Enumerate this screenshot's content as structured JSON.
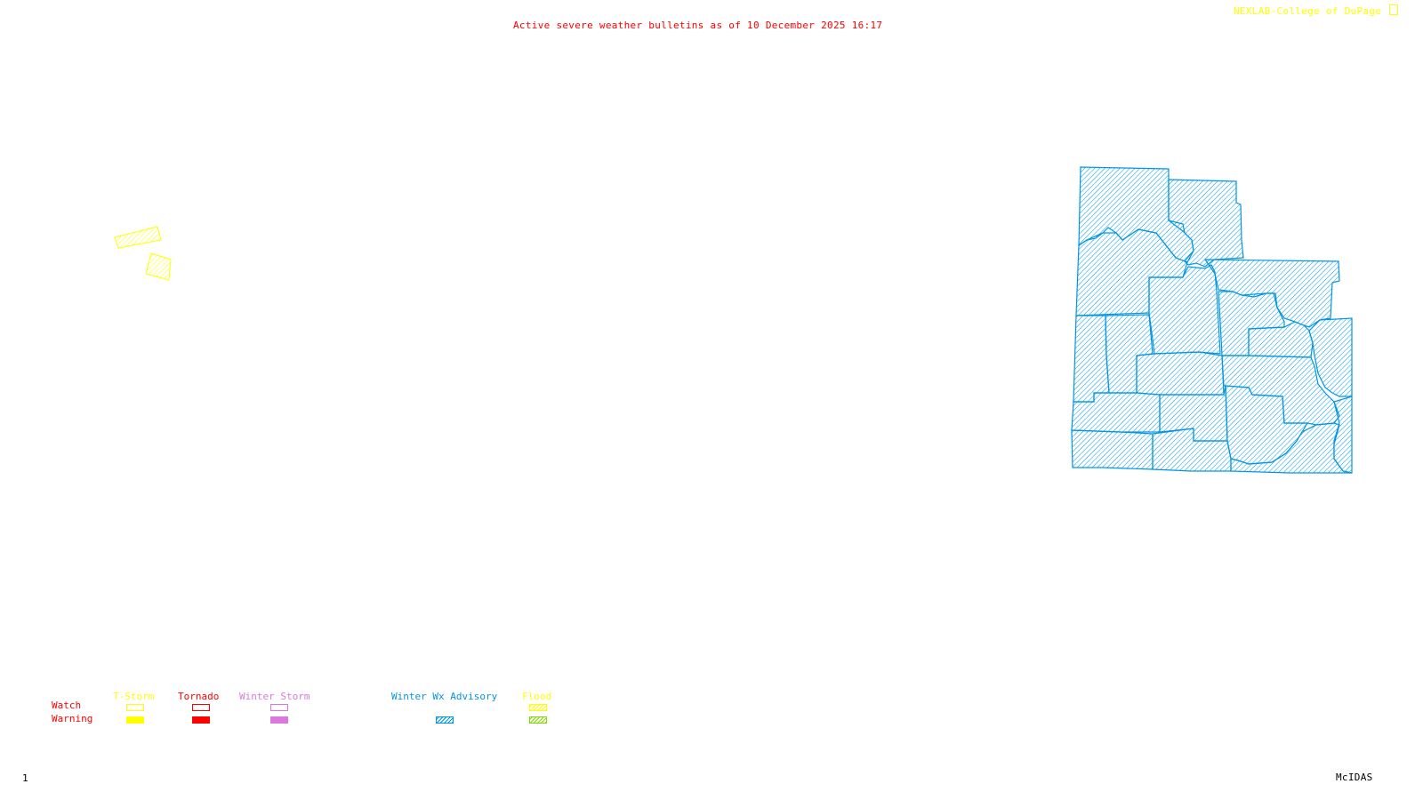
{
  "header": {
    "title": "Active severe weather bulletins as of 10 December 2025 16:17",
    "credit": "NEXLAB-College of DuPage",
    "credit_icon": "nexlab-logo-icon"
  },
  "footer": {
    "frame_number": "1",
    "software": "McIDAS"
  },
  "map": {
    "alerts": [
      {
        "type": "Flood Watch",
        "color": "#ffff00",
        "pattern": "hatched",
        "areas": 2,
        "region": "west"
      },
      {
        "type": "Winter Wx Advisory",
        "color": "#0096e6",
        "pattern": "hatched",
        "areas": 17,
        "region": "east"
      }
    ]
  },
  "legend": {
    "row_labels": {
      "watch": "Watch",
      "warning": "Warning"
    },
    "columns": [
      {
        "name": "T-Storm",
        "color": "#ffff00",
        "watch": "outline",
        "warning": "solid"
      },
      {
        "name": "Tornado",
        "color": "#ff0000",
        "watch": "outline",
        "warning": "solid"
      },
      {
        "name": "Winter Storm",
        "color": "#dc78dc",
        "watch": "outline",
        "warning": "solid"
      },
      {
        "name": "Winter Wx Advisory",
        "color": "#0096e6",
        "watch": null,
        "warning": "hatched"
      },
      {
        "name": "Flood",
        "color": "#ffff00",
        "warning_color": "#80dc00",
        "watch": "hatched",
        "warning": "hatched"
      }
    ]
  },
  "colors": {
    "title": "#ff0000",
    "credit": "#ffff00",
    "label_text": "#ff0000"
  }
}
